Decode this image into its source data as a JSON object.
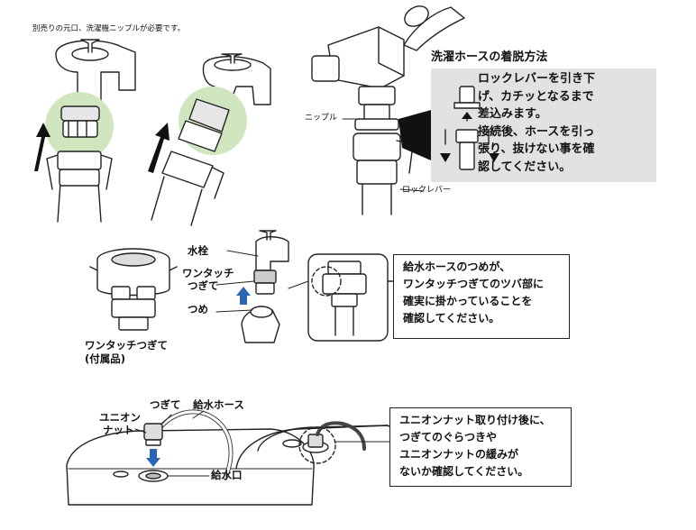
{
  "top": {
    "note": "別売りの元口、洗濯機ニップルが必要です。",
    "hose_section": {
      "title": "洗濯ホースの着脱方法",
      "instruction_lines": [
        "ロックレバーを引き下",
        "げ、カチッとなるまで",
        "差込みます。",
        "接続後、ホースを引っ",
        "張り、抜けない事を確",
        "認してください。"
      ],
      "nipple_label": "ニップル",
      "lock_lever_label": "ロックレバー"
    }
  },
  "middle": {
    "product_label_1": "ワンタッチつぎて",
    "product_label_2": "(付属品)",
    "faucet_label": "水栓",
    "coupler_label_1": "ワンタッチ",
    "coupler_label_2": "つぎて",
    "claw_label": "つめ",
    "check_box_lines": [
      "給水ホースのつめが、",
      "ワンタッチつぎてのツバ部に",
      "確実に掛かっていることを",
      "確認してください。"
    ]
  },
  "bottom": {
    "joint_label": "つぎて",
    "supply_hose_label": "給水ホース",
    "union_label_1": "ユニオン",
    "union_label_2": "ナット",
    "inlet_label": "給水口",
    "check_box_lines": [
      "ユニオンナット取り付け後に、",
      "つぎてのぐらつきや",
      "ユニオンナットの緩みが",
      "ないか確認してください。"
    ]
  },
  "colors": {
    "highlight_green": "#cfe6bf",
    "panel_gray": "#e2e2e2",
    "arrow_blue": "#2a66b3",
    "line": "#222222"
  }
}
